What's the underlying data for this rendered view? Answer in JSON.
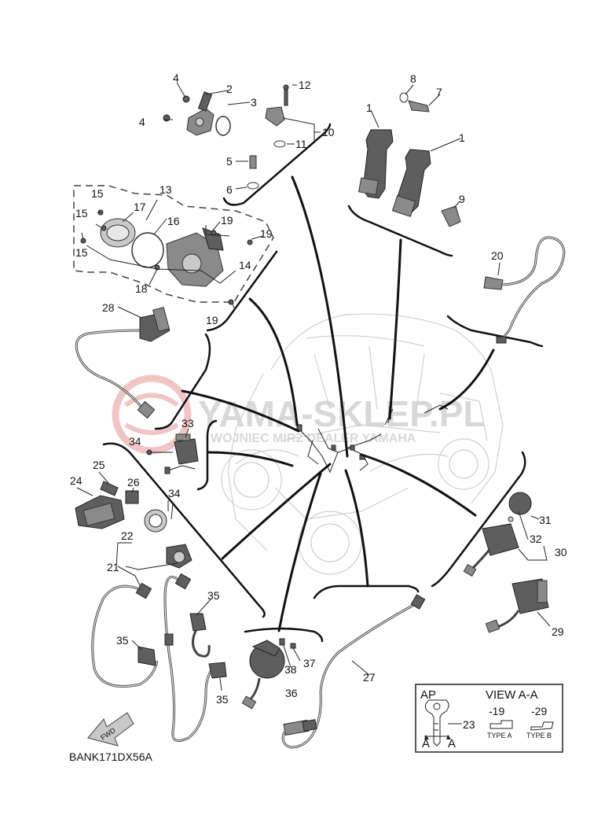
{
  "diagram": {
    "code": "BANK171DX56A",
    "watermark": {
      "main": "YAMA-SKLEP.PL",
      "sub": "WOJNIEC MIRZ DEALER YAMAHA"
    },
    "view": {
      "ap_label": "AP",
      "title": "VIEW A-A",
      "ref_19": "-19",
      "ref_29": "-29",
      "type_a": "TYPE A",
      "type_b": "TYPE B",
      "section_a1": "A",
      "section_a2": "A",
      "key_callout": "23"
    },
    "fwd_label": "FWD",
    "callouts": {
      "c1a": "1",
      "c1b": "1",
      "c2": "2",
      "c3": "3",
      "c4a": "4",
      "c4b": "4",
      "c5": "5",
      "c6": "6",
      "c7": "7",
      "c8": "8",
      "c9": "9",
      "c10": "10",
      "c11": "11",
      "c12": "12",
      "c13": "13",
      "c14": "14",
      "c15a": "15",
      "c15b": "15",
      "c15c": "15",
      "c16": "16",
      "c17": "17",
      "c18": "18",
      "c19a": "19",
      "c19b": "19",
      "c19c": "19",
      "c20": "20",
      "c21": "21",
      "c22": "22",
      "c24": "24",
      "c25": "25",
      "c26": "26",
      "c27": "27",
      "c28": "28",
      "c29": "29",
      "c30": "30",
      "c31": "31",
      "c32": "32",
      "c33": "33",
      "c34a": "34",
      "c34b": "34",
      "c35a": "35",
      "c35b": "35",
      "c35c": "35",
      "c36": "36",
      "c37": "37",
      "c38": "38"
    }
  }
}
